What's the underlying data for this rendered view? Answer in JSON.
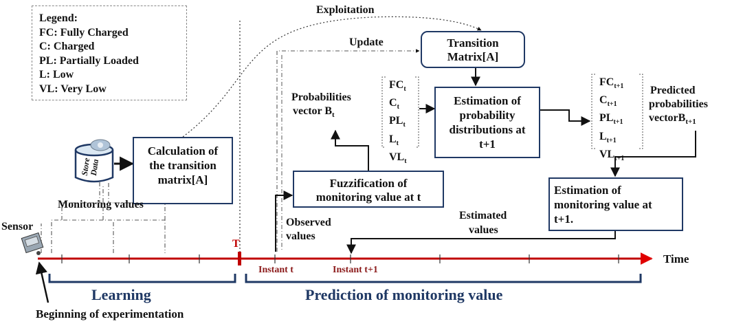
{
  "legend": {
    "title": "Legend:",
    "items": [
      "FC: Fully Charged",
      "C: Charged",
      "PL: Partially Loaded",
      "L: Low",
      "VL: Very Low"
    ]
  },
  "labels": {
    "exploitation": "Exploitation",
    "update": "Update",
    "monitoring_values": "Monitoring values",
    "sensor": "Sensor",
    "T": "T",
    "time": "Time",
    "instant_t": "Instant t",
    "instant_t1": "Instant t+1",
    "learning": "Learning",
    "prediction": "Prediction of monitoring value",
    "beginning": "Beginning of experimentation",
    "observed_values": [
      "Observed",
      "values"
    ],
    "estimated_values": [
      "Estimated",
      "values"
    ],
    "data_store": [
      "Data",
      "Store"
    ]
  },
  "boxes": {
    "calculation": [
      "Calculation of",
      "the transition",
      "matrix[A]"
    ],
    "transition": [
      "Transition",
      "Matrix[A]"
    ],
    "estimation_dist": [
      "Estimation of",
      "probability",
      "distributions at",
      "t+1"
    ],
    "fuzzification": [
      "Fuzzification of",
      "monitoring value at t"
    ],
    "estimation_value": [
      "Estimation of",
      "monitoring value at",
      "t+1."
    ]
  },
  "probabilities_vector": {
    "line1": "Probabilities",
    "line2": "vector B",
    "sub": "t"
  },
  "predicted_vector": {
    "line1": "Predicted",
    "line2": "probabilities",
    "line3": "vectorB",
    "sub": "t+1"
  },
  "states_t": [
    {
      "base": "FC",
      "sub": "t"
    },
    {
      "base": "C",
      "sub": "t"
    },
    {
      "base": "PL",
      "sub": "t"
    },
    {
      "base": "L",
      "sub": "t"
    },
    {
      "base": "VL",
      "sub": "t"
    }
  ],
  "states_t1": [
    {
      "base": "FC",
      "sub": "t+1"
    },
    {
      "base": "C",
      "sub": "t+1"
    },
    {
      "base": "PL",
      "sub": "t+1"
    },
    {
      "base": "L",
      "sub": "t+1"
    },
    {
      "base": "VL",
      "sub": "t+1"
    }
  ],
  "colors": {
    "box_border": "#1f3864",
    "timeline": "#c00000",
    "phase_text": "#1f3864",
    "instant_text": "#8b1a1a"
  }
}
